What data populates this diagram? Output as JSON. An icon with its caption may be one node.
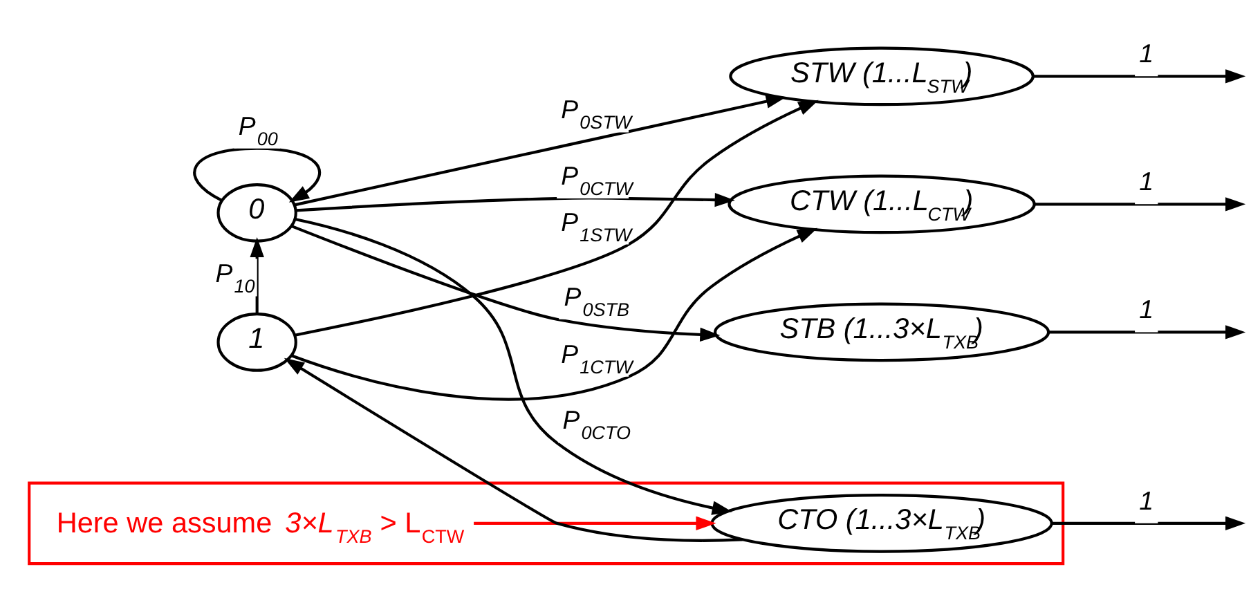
{
  "diagram": {
    "nodes": [
      {
        "text": [
          "0"
        ]
      },
      {
        "text": [
          "1"
        ]
      },
      {
        "text": [
          "STW (1...L$_{STW}$)"
        ]
      },
      {
        "text": [
          "CTW (1...L$_{CTW}$)"
        ]
      },
      {
        "text": [
          "STB (1...3×L$_{TXB}$)"
        ]
      },
      {
        "text": [],
        "shape": "box"
      },
      {
        "text": [
          "Here we assume *3×L$_{TXB}$* > L$_{CTW}$"
        ],
        "in": 5
      },
      {
        "text": [
          "CTO (1...3×L$_{TXB}$)"
        ],
        "in": 5
      }
    ],
    "edges": [
      {
        "from": 0,
        "to": 0,
        "arrow": "to",
        "label": "P$_{00}$"
      },
      {
        "from": 0,
        "to": 2,
        "arrow": "to",
        "label": "P$_{0STW}$"
      },
      {
        "from": 0,
        "to": 3,
        "arrow": "to",
        "label": "P$_{0CTW}$"
      },
      {
        "from": 0,
        "to": 4,
        "arrow": "to",
        "label": "P$_{0STB}$"
      },
      {
        "from": 0,
        "to": 7,
        "arrow": "to",
        "label": "P$_{0CTO}$"
      },
      {
        "from": 1,
        "to": 0,
        "arrow": "to",
        "label": "P$_{10}$"
      },
      {
        "from": 1,
        "to": 2,
        "arrow": "to",
        "label": "P$_{1STW}$"
      },
      {
        "from": 1,
        "to": 3,
        "arrow": "to",
        "label": "P$_{1CTW}$"
      },
      {
        "from": 6,
        "to": 7,
        "arrow": "to",
        "color": "#ff0000"
      },
      {
        "from": 2,
        "to": null,
        "arrow": "to",
        "label": "1"
      },
      {
        "from": 3,
        "to": null,
        "arrow": "to",
        "label": "1"
      },
      {
        "from": 4,
        "to": null,
        "arrow": "to",
        "label": "1"
      },
      {
        "from": 7,
        "to": null,
        "arrow": "to",
        "label": "1"
      },
      {
        "from": 7,
        "to": 1,
        "arrow": "to"
      }
    ]
  }
}
